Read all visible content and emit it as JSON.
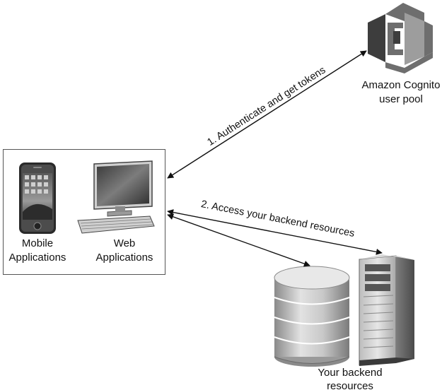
{
  "nodes": {
    "cognito": {
      "line1": "Amazon Cognito",
      "line2": "user pool",
      "icon": "amazon-cognito-icon"
    },
    "clients": {
      "mobile": {
        "line1": "Mobile",
        "line2": "Applications",
        "icon": "smartphone-icon"
      },
      "web": {
        "line1": "Web",
        "line2": "Applications",
        "icon": "desktop-computer-icon"
      }
    },
    "backend": {
      "line1": "Your backend",
      "line2": "resources",
      "icons": [
        "database-icon",
        "server-tower-icon"
      ]
    }
  },
  "edges": {
    "auth": {
      "label": "1. Authenticate and get tokens",
      "direction": "bidirectional"
    },
    "access": {
      "label": "2. Access your backend resources",
      "direction": "bidirectional"
    }
  },
  "colors": {
    "stroke": "#111111",
    "cognito_dark": "#3d3d3d",
    "cognito_mid": "#6e6e6e",
    "cognito_light": "#9d9d9d",
    "box_border": "#555555"
  }
}
